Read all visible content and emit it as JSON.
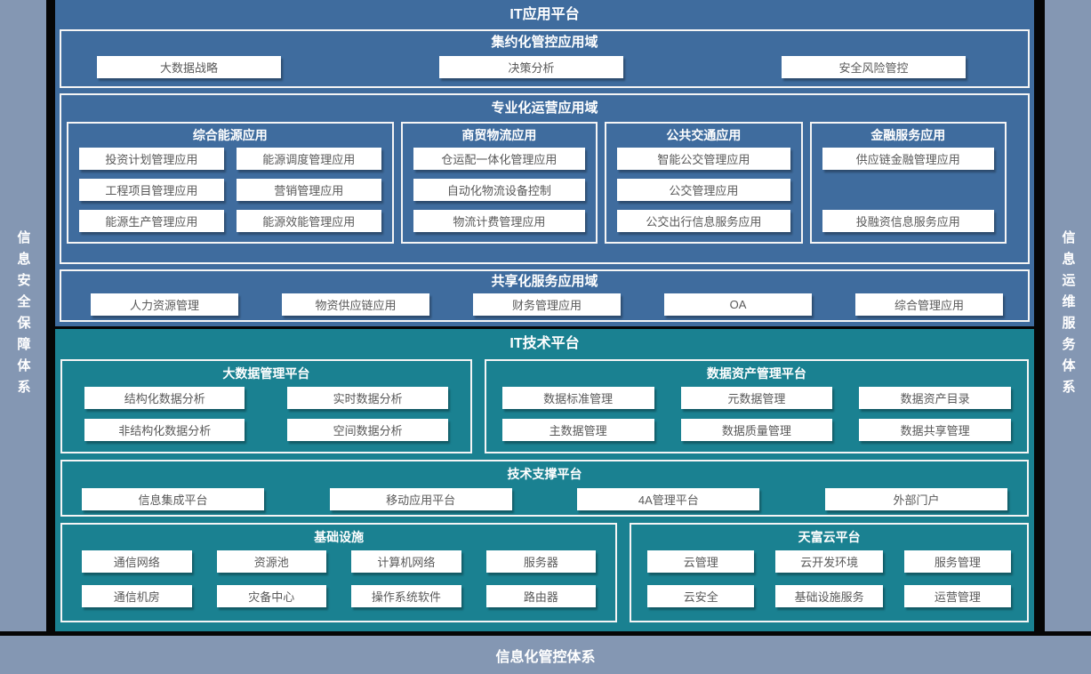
{
  "colors": {
    "background": "#060606",
    "frame_gray": "#8497b3",
    "app_platform_blue": "#3f6c9e",
    "tech_platform_teal": "#1a8191",
    "box_white": "#ffffff",
    "box_text_gray": "#595959",
    "border_white": "#f5f5f5"
  },
  "frame": {
    "left_bar": "信息安全保障体系",
    "right_bar": "信息运维服务体系",
    "bottom_bar": "信息化管控体系"
  },
  "app_platform": {
    "title": "IT应用平台",
    "intensive_domain": {
      "title": "集约化管控应用域",
      "items": [
        "大数据战略",
        "决策分析",
        "安全风险管控"
      ]
    },
    "specialized_domain": {
      "title": "专业化运营应用域",
      "energy_group": {
        "title": "综合能源应用",
        "items": [
          "投资计划管理应用",
          "能源调度管理应用",
          "工程项目管理应用",
          "营销管理应用",
          "能源生产管理应用",
          "能源效能管理应用"
        ]
      },
      "logistics_group": {
        "title": "商贸物流应用",
        "items": [
          "仓运配一体化管理应用",
          "自动化物流设备控制",
          "物流计费管理应用"
        ]
      },
      "transport_group": {
        "title": "公共交通应用",
        "items": [
          "智能公交管理应用",
          "公交管理应用",
          "公交出行信息服务应用"
        ]
      },
      "finance_group": {
        "title": "金融服务应用",
        "items": [
          "供应链金融管理应用",
          "投融资信息服务应用"
        ]
      }
    },
    "shared_domain": {
      "title": "共享化服务应用域",
      "items": [
        "人力资源管理",
        "物资供应链应用",
        "财务管理应用",
        "OA",
        "综合管理应用"
      ]
    }
  },
  "tech_platform": {
    "title": "IT技术平台",
    "bigdata_group": {
      "title": "大数据管理平台",
      "items": [
        "结构化数据分析",
        "实时数据分析",
        "非结构化数据分析",
        "空间数据分析"
      ]
    },
    "data_asset_group": {
      "title": "数据资产管理平台",
      "items": [
        "数据标准管理",
        "元数据管理",
        "数据资产目录",
        "主数据管理",
        "数据质量管理",
        "数据共享管理"
      ]
    },
    "tech_support_group": {
      "title": "技术支撑平台",
      "items": [
        "信息集成平台",
        "移动应用平台",
        "4A管理平台",
        "外部门户"
      ]
    },
    "infrastructure_group": {
      "title": "基础设施",
      "items": [
        "通信网络",
        "资源池",
        "计算机网络",
        "服务器",
        "通信机房",
        "灾备中心",
        "操作系统软件",
        "路由器"
      ]
    },
    "cloud_group": {
      "title": "天富云平台",
      "items": [
        "云管理",
        "云开发环境",
        "服务管理",
        "云安全",
        "基础设施服务",
        "运营管理"
      ]
    }
  }
}
